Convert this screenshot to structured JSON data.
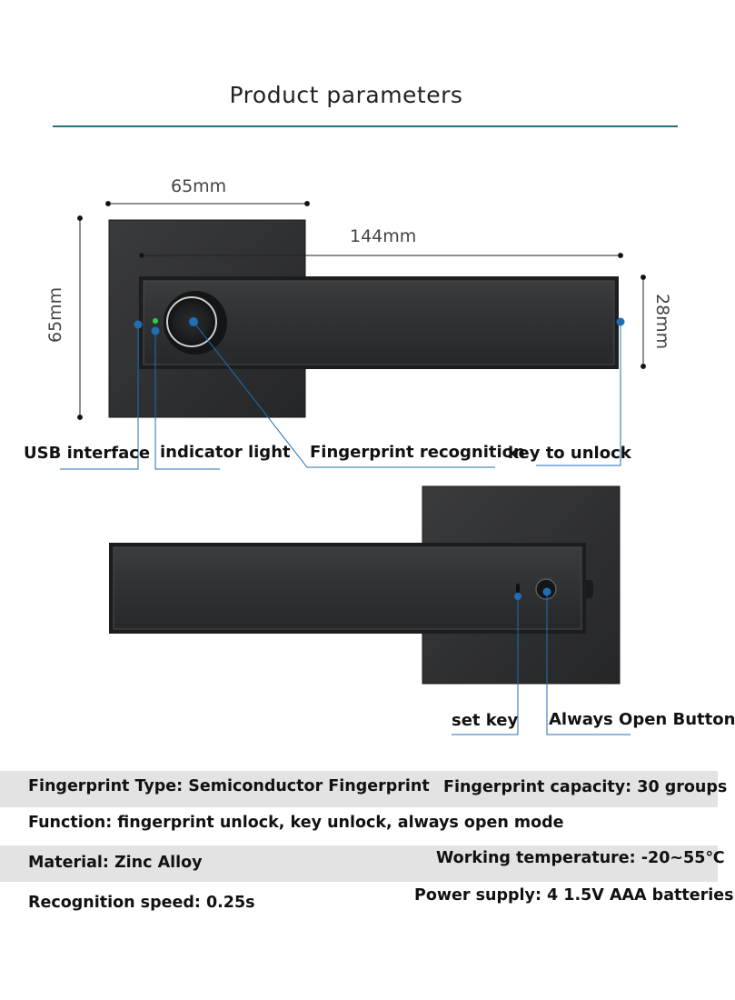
{
  "title": "Product parameters",
  "dimensions": {
    "rose_width": "65mm",
    "rose_height": "65mm",
    "lever_length": "144mm",
    "lever_height": "28mm"
  },
  "callouts": {
    "usb": "USB interface",
    "indicator": "indicator light",
    "fingerprint": "Fingerprint recognition",
    "key": "key to unlock",
    "set_key": "set key",
    "always_open": "Always Open Button"
  },
  "specs": {
    "row1_left": "Fingerprint Type: Semiconductor Fingerprint",
    "row1_right": "Fingerprint capacity: 30 groups",
    "row2_left": "Function: fingerprint unlock, key unlock, always open mode",
    "row3_left": "Material: Zinc Alloy",
    "row3_right": "Working temperature: -20~55℃",
    "row4_left": "Recognition speed: 0.25s",
    "row4_right": "Power supply: 4 1.5V AAA batteries"
  },
  "colors": {
    "accent": "#2a6f80",
    "marker": "#1f6fb5",
    "indicator_led": "#29d14a",
    "body": "#2e2f31"
  }
}
